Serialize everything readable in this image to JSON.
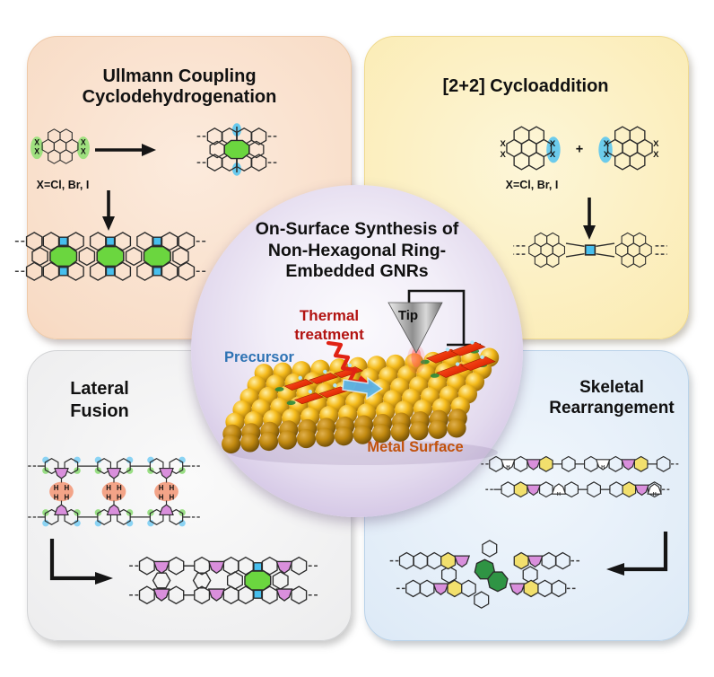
{
  "figure": {
    "center": {
      "title_line1": "On-Surface Synthesis of",
      "title_line2": "Non-Hexagonal Ring-",
      "title_line3": "Embedded GNRs",
      "thermal_line1": "Thermal",
      "thermal_line2": "treatment",
      "tip": "Tip",
      "precursor": "Precursor",
      "metal_surface": "Metal Surface"
    },
    "panels": {
      "ullmann": {
        "title_line1": "Ullmann Coupling",
        "title_line2": "Cyclodehydrogenation",
        "halide_label": "X=Cl, Br, I"
      },
      "cycloaddition": {
        "title": "[2+2] Cycloaddition",
        "halide_label": "X=Cl, Br, I",
        "plus": "+"
      },
      "lateral": {
        "title_line1": "Lateral",
        "title_line2": "Fusion"
      },
      "skeletal": {
        "title_line1": "Skeletal",
        "title_line2": "Rearrangement"
      }
    },
    "symbols": {
      "halide": "X",
      "hydrogen": "H"
    },
    "colors": {
      "panel_ullmann_bg": "#f8dcc6",
      "panel_cycloaddition_bg": "#fbecb6",
      "panel_lateral_bg": "#eeeeef",
      "panel_skeletal_bg": "#dfebf7",
      "circle_bg": "#e3daee",
      "octagon_green": "#6bd63f",
      "square_blue": "#47bfee",
      "pentagon_purple": "#d98fdc",
      "hexagon_yellow": "#f2e06d",
      "heptagon_dark_green": "#2f9444",
      "halide_highlight_green": "#9fe07f",
      "bond_highlight_blue": "#58c5ef",
      "hydrogen_highlight_salmon": "#f3a488",
      "dot_blue": "#7fd0f4",
      "dot_green": "#8fdc78",
      "thermal_red": "#b21311",
      "precursor_blue": "#2e73b4",
      "metal_orange": "#c2520d",
      "gold": "#f5bb1b",
      "molecule_red": "#e52e08"
    }
  }
}
